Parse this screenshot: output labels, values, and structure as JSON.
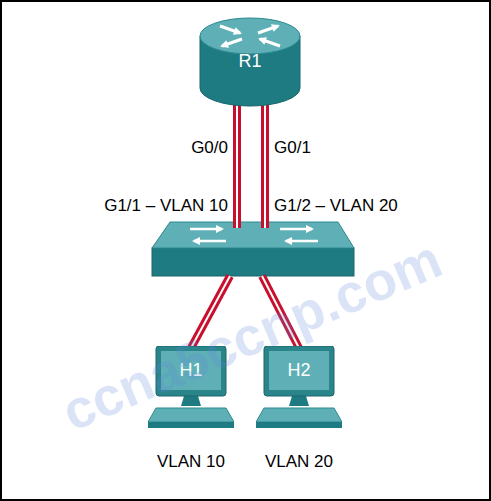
{
  "diagram": {
    "nodes": [
      {
        "text": [
          "R1"
        ]
      },
      {
        "text": [
          "H1"
        ]
      },
      {
        "text": [
          "H2"
        ]
      }
    ],
    "labels": [
      "G0/0",
      "G0/1",
      "G1/1 – VLAN 10",
      "G1/2 – VLAN 20",
      "VLAN 10",
      "VLAN 20",
      "ccna5ccnp.com"
    ]
  }
}
